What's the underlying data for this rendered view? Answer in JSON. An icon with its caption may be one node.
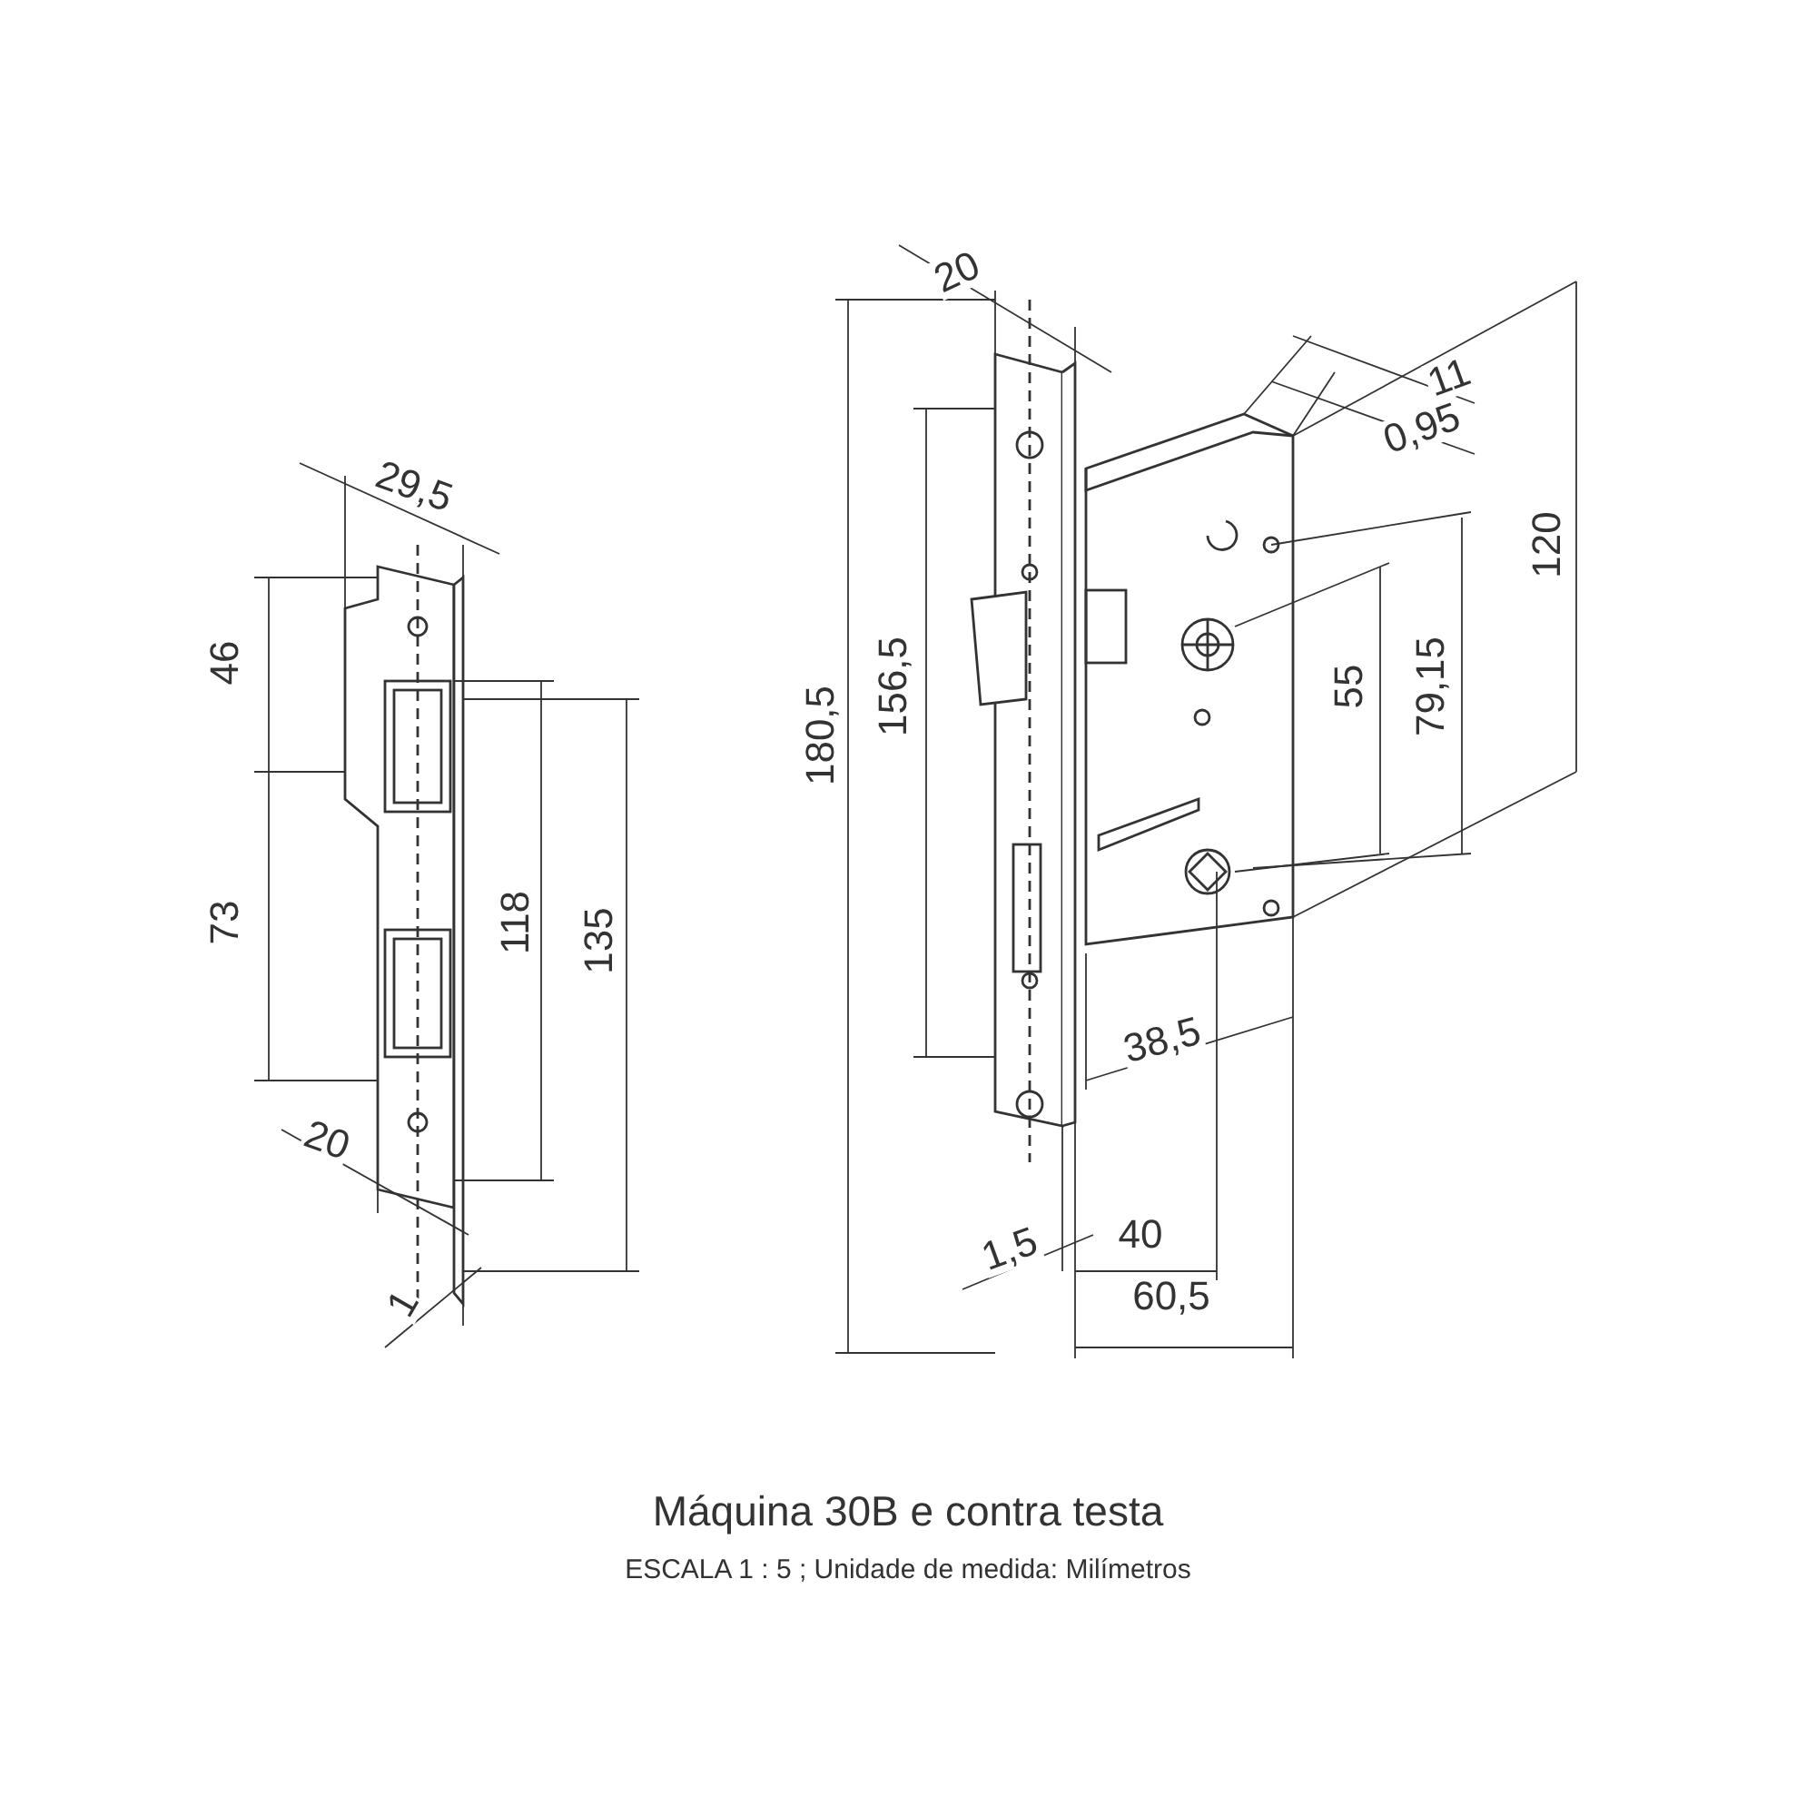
{
  "diagram": {
    "title": "Máquina 30B e contra testa",
    "caption": "ESCALA 1 : 5 ; Unidade de medida: Milímetros",
    "labels": [
      "20",
      "29,5",
      "11",
      "0,95",
      "120",
      "46",
      "180,5",
      "156,5",
      "55",
      "79,15",
      "73",
      "118",
      "135",
      "38,5",
      "20",
      "1,5",
      "40",
      "60,5",
      "1"
    ]
  }
}
